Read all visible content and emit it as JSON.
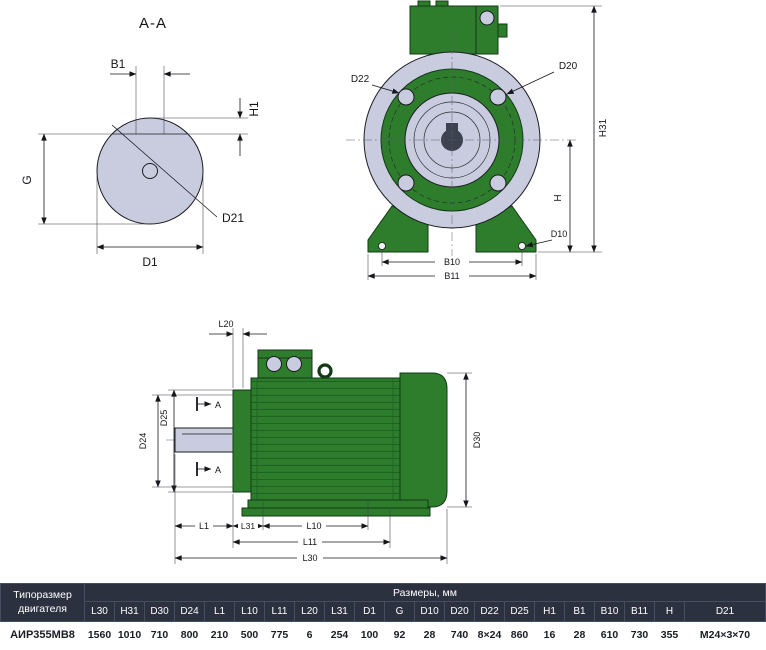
{
  "page": {
    "background": "#ffffff"
  },
  "palette": {
    "motor_green": "#2e7d2c",
    "motor_green_dark": "#123a16",
    "metal_lavender": "#c9cbde",
    "outline": "#15161a",
    "table_header_bg": "#2c3140",
    "table_header_border": "#474d60"
  },
  "dims": {
    "section_title": "A-A",
    "b1": "B1",
    "h1": "H1",
    "g": "G",
    "d21": "D21",
    "d1": "D1",
    "d22": "D22",
    "d20": "D20",
    "h31": "H31",
    "h": "H",
    "d10": "D10",
    "b10": "B10",
    "b11": "B11",
    "l20": "L20",
    "d24": "D24",
    "d25": "D25",
    "d30": "D30",
    "a_mark": "A",
    "l1": "L1",
    "l31": "L31",
    "l10": "L10",
    "l11": "L11",
    "l30": "L30"
  },
  "table": {
    "row_header_label": "Типоразмер двигателя",
    "group_header": "Размеры, мм",
    "columns": [
      "L30",
      "H31",
      "D30",
      "D24",
      "L1",
      "L10",
      "L11",
      "L20",
      "L31",
      "D1",
      "G",
      "D10",
      "D20",
      "D22",
      "D25",
      "H1",
      "B1",
      "B10",
      "B11",
      "H",
      "D21"
    ],
    "rows": [
      {
        "model": "АИР355МВ8",
        "values": [
          "1560",
          "1010",
          "710",
          "800",
          "210",
          "500",
          "775",
          "6",
          "254",
          "100",
          "92",
          "28",
          "740",
          "8×24",
          "860",
          "16",
          "28",
          "610",
          "730",
          "355",
          "М24×3×70"
        ]
      }
    ]
  }
}
